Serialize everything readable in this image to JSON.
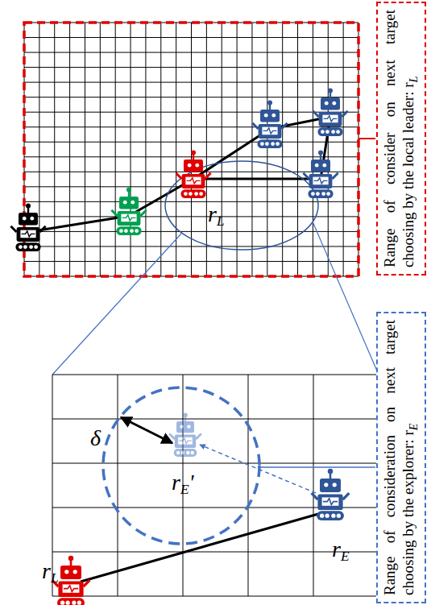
{
  "diagram": {
    "nodes": [
      {
        "text": [
          "Range of consider on next target choosing by the local leader: rL"
        ]
      },
      {
        "text": [
          "Range of consideration on next target choosing by the explorer: rE"
        ]
      }
    ],
    "labels": [
      "rL",
      "δ",
      "rE'",
      "rE",
      "rL"
    ]
  }
}
